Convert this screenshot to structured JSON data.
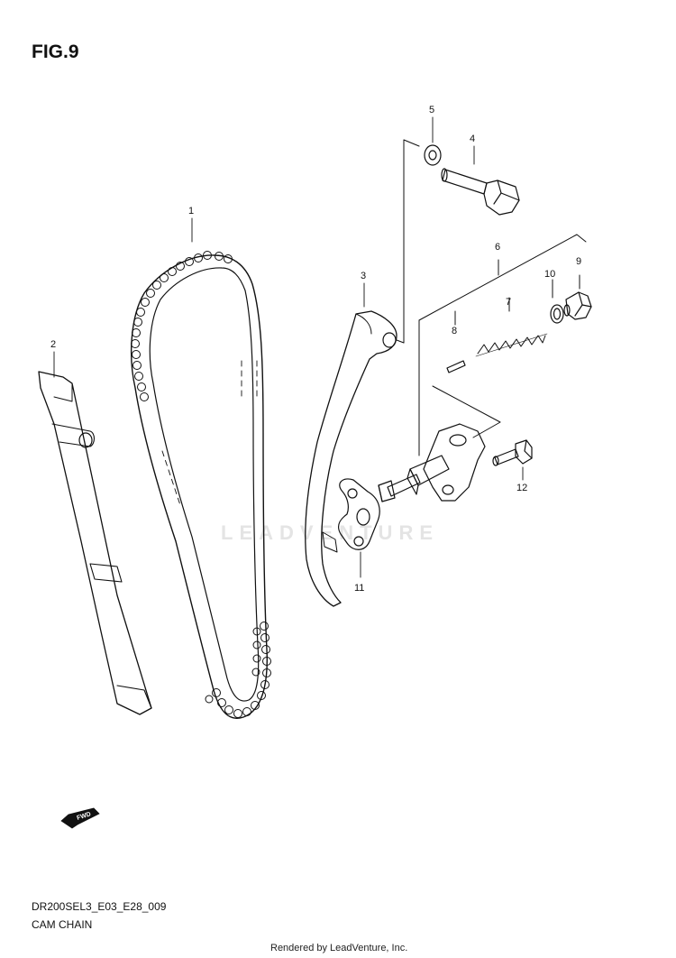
{
  "figure": {
    "title": "FIG.9"
  },
  "callouts": [
    "1",
    "2",
    "3",
    "4",
    "5",
    "6",
    "7",
    "8",
    "9",
    "10",
    "11",
    "12"
  ],
  "fwd_marker": {
    "label": "FWD"
  },
  "watermark": {
    "text": "LEADVENTURE"
  },
  "footer": {
    "code": "DR200SEL3_E03_E28_009",
    "name": "CAM CHAIN",
    "credit": "Rendered by LeadVenture, Inc."
  }
}
